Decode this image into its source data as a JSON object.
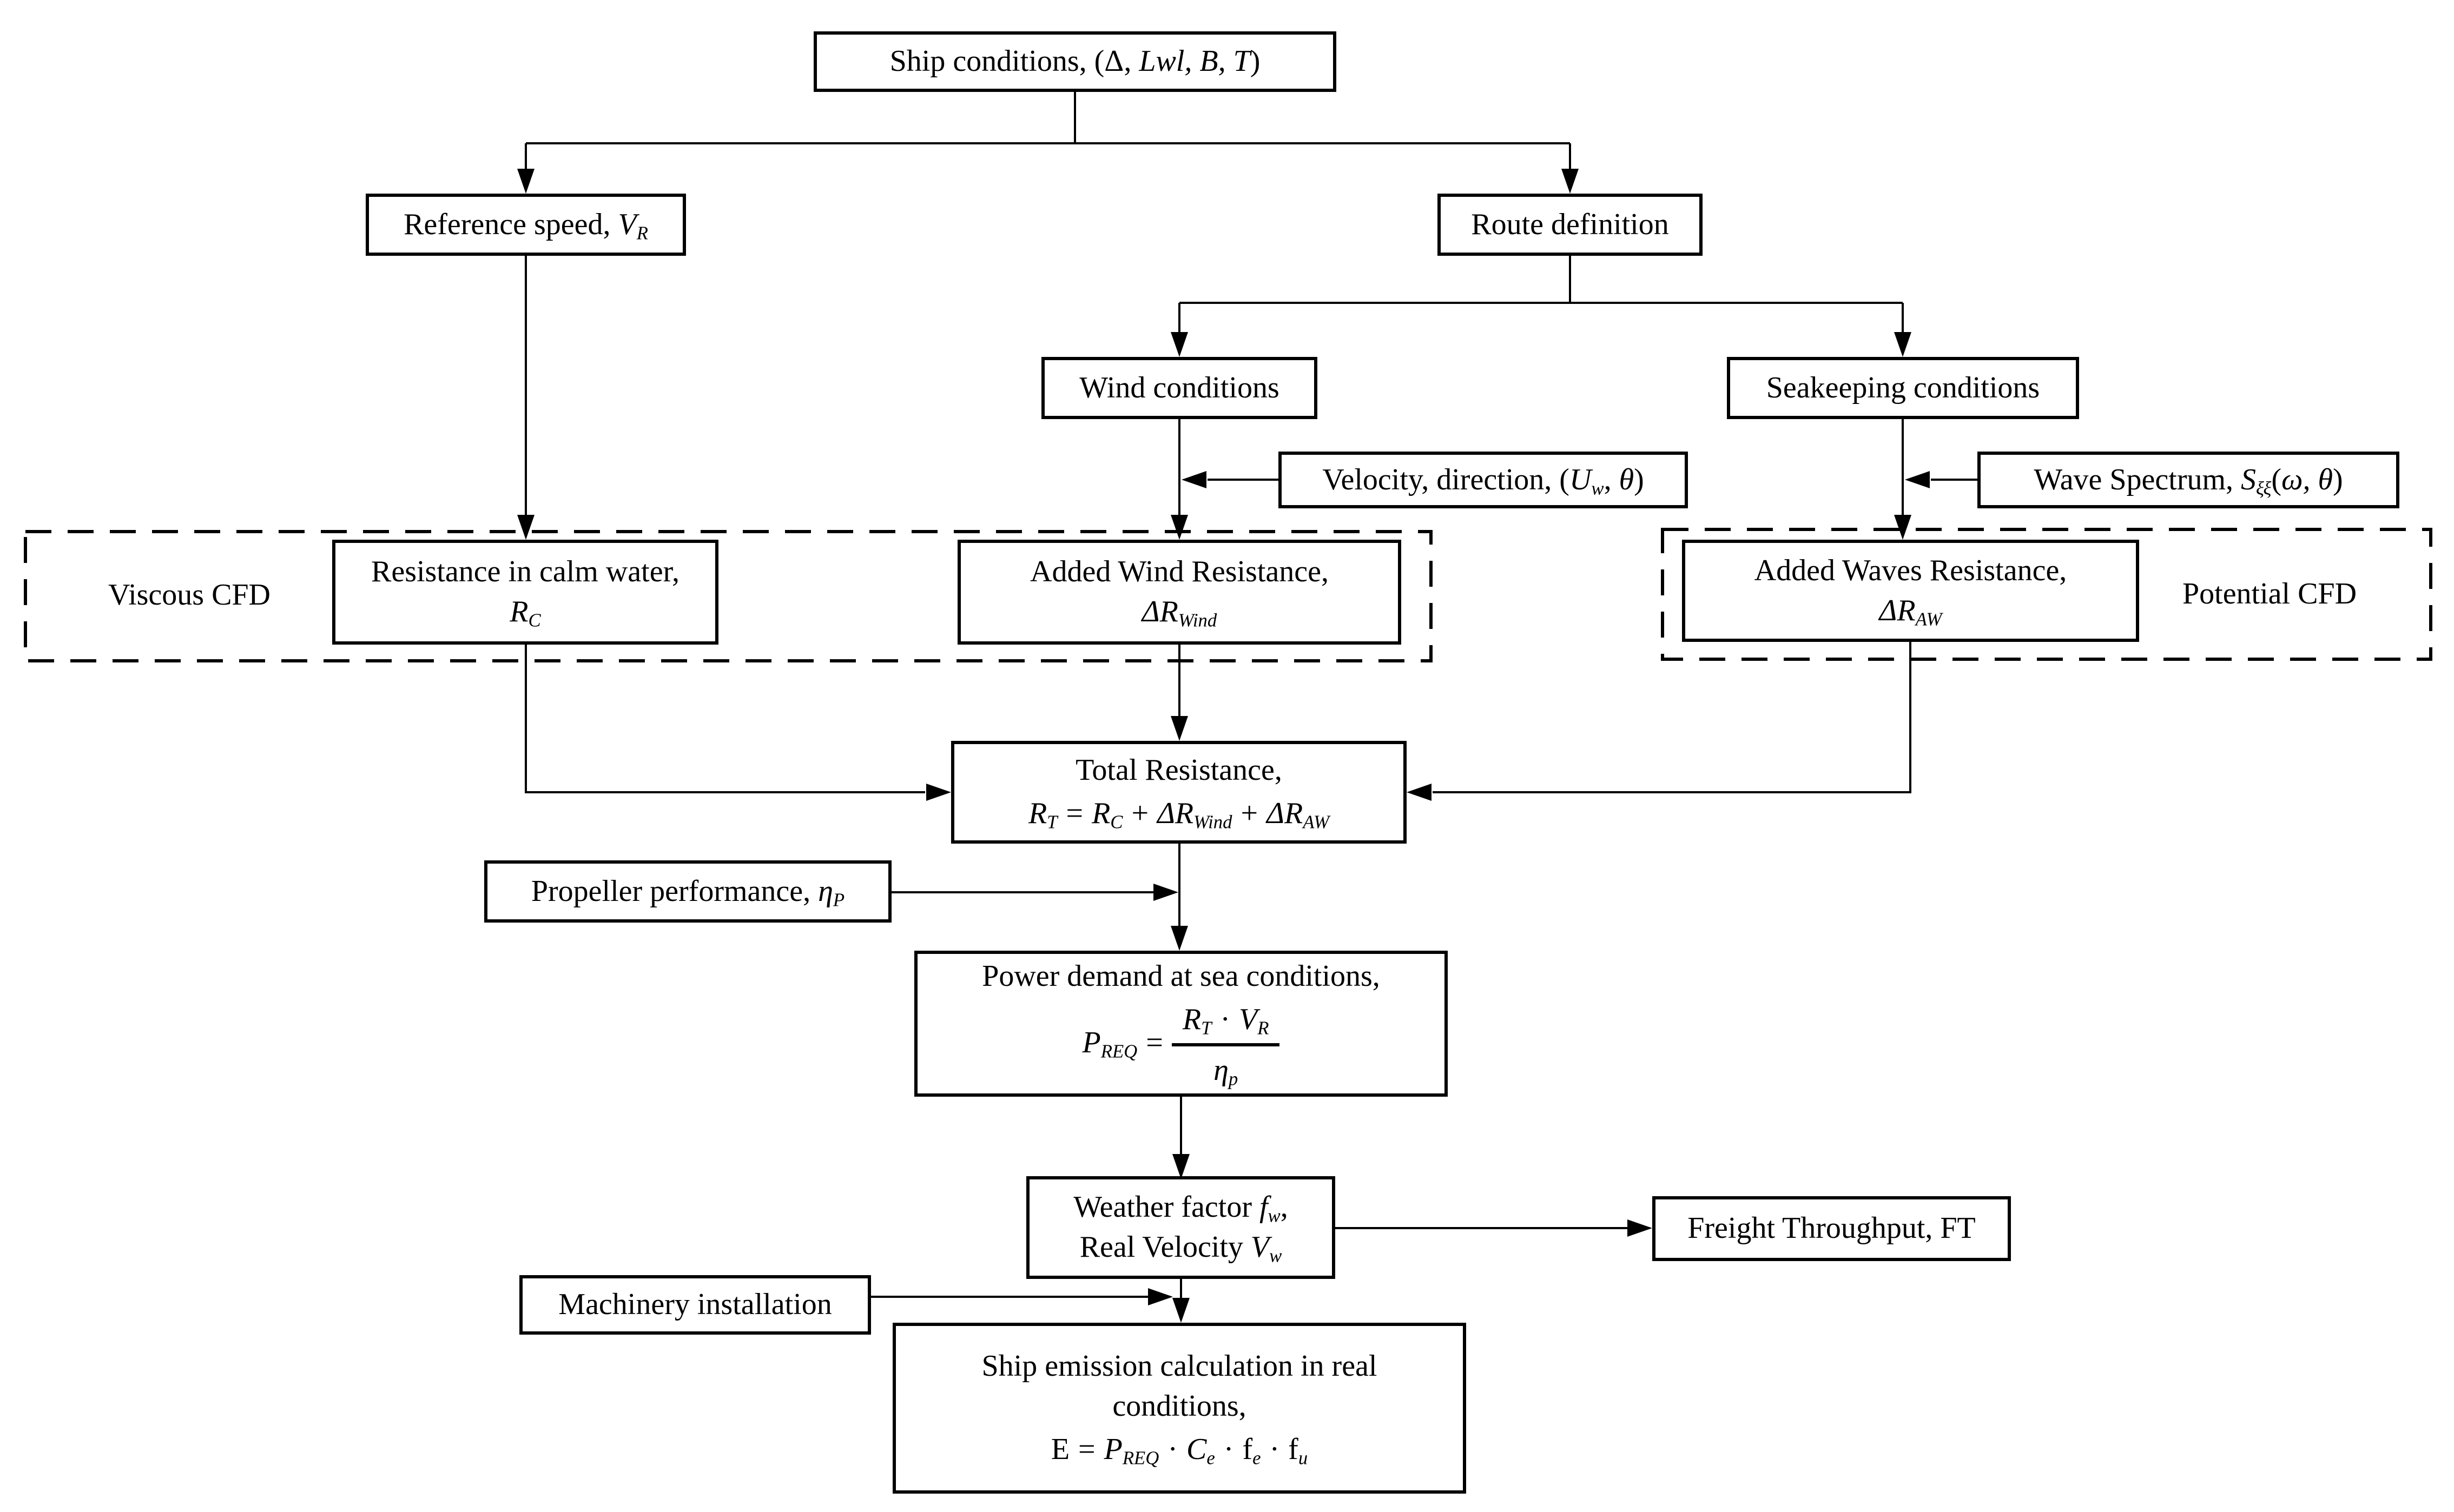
{
  "colors": {
    "line": "#000000",
    "background": "#ffffff",
    "box_fill": "#ffffff"
  },
  "nodes": {
    "ship_conditions": {
      "pre": "Ship conditions, (Δ, ",
      "vars": "Lwl, B, T",
      "post": ")"
    },
    "reference_speed": {
      "pre": "Reference speed, ",
      "var": "V",
      "sub": "R"
    },
    "route_definition": {
      "label": "Route definition"
    },
    "wind_conditions": {
      "label": "Wind conditions"
    },
    "seakeeping_conditions": {
      "label": "Seakeeping conditions"
    },
    "velocity_direction": {
      "pre": "Velocity, direction, (",
      "var": "U",
      "sub": "w",
      "sep": ", ",
      "greek": "θ",
      "close": ")"
    },
    "wave_spectrum": {
      "pre": "Wave Spectrum, ",
      "var": "S",
      "sub": "ξξ",
      "open": "(",
      "greek": "ω, θ",
      "close": ")"
    },
    "viscous_cfd": {
      "label": "Viscous CFD"
    },
    "resistance_calm_water": {
      "line1": "Resistance in calm water,",
      "var": "R",
      "sub": "C"
    },
    "added_wind_resistance": {
      "line1": "Added Wind Resistance,",
      "var": "ΔR",
      "sub": "Wind"
    },
    "added_waves_resistance": {
      "line1": "Added Waves Resistance,",
      "var": "ΔR",
      "sub": "AW"
    },
    "potential_cfd": {
      "label": "Potential CFD"
    },
    "total_resistance": {
      "line1": "Total Resistance,",
      "f": {
        "v1": "R",
        "s1": "T",
        "op1": "=",
        "v2": "R",
        "s2": "C",
        "op2": "+",
        "v3": "ΔR",
        "s3": "Wind",
        "op3": "+",
        "v4": "ΔR",
        "s4": "AW"
      }
    },
    "propeller_performance": {
      "pre": "Propeller performance, ",
      "var": "η",
      "sub": "P"
    },
    "power_demand": {
      "line1": "Power demand at sea conditions,",
      "f": {
        "lhs": "P",
        "lhs_sub": "REQ",
        "eq": "=",
        "num_v1": "R",
        "num_s1": "T",
        "dot": "·",
        "num_v2": "V",
        "num_s2": "R",
        "den_v": "η",
        "den_s": "p"
      }
    },
    "weather_factor": {
      "l1_pre": "Weather factor ",
      "l1_var": "f",
      "l1_sub": "w",
      "l1_post": ",",
      "l2_pre": "Real Velocity ",
      "l2_var": "V",
      "l2_sub": "w"
    },
    "freight_throughput": {
      "label": "Freight Throughput, FT"
    },
    "machinery_installation": {
      "label": "Machinery installation"
    },
    "ship_emission": {
      "line1": "Ship emission calculation in real",
      "line2": "conditions,",
      "f": {
        "lhs": "E",
        "eq": "=",
        "v1": "P",
        "s1": "REQ",
        "d1": "·",
        "v2": "C",
        "s2": "e",
        "d2": "·",
        "v3": "f",
        "s3": "e",
        "d3": "·",
        "v4": "f",
        "s4": "u"
      }
    }
  }
}
